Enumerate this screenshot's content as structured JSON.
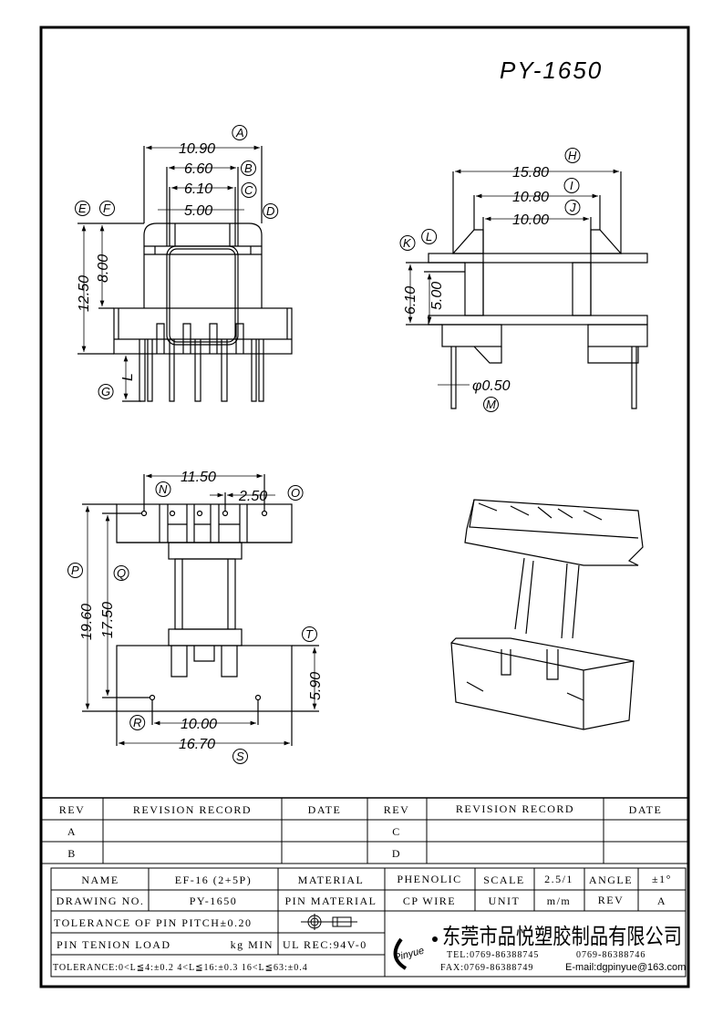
{
  "drawing_title": "PY-1650",
  "front_view": {
    "dims": [
      "10.90",
      "6.60",
      "6.10",
      "5.00",
      "12.50",
      "8.00",
      "L"
    ],
    "labels": [
      "A",
      "B",
      "C",
      "D",
      "E",
      "F",
      "G"
    ]
  },
  "side_view": {
    "dims": [
      "15.80",
      "10.80",
      "10.00",
      "6.10",
      "5.00",
      "φ0.50"
    ],
    "labels": [
      "H",
      "I",
      "J",
      "K",
      "L",
      "M"
    ]
  },
  "top_view": {
    "dims": [
      "11.50",
      "2.50",
      "19.60",
      "17.50",
      "5.90",
      "10.00",
      "16.70"
    ],
    "labels": [
      "N",
      "O",
      "P",
      "Q",
      "R",
      "S",
      "T"
    ]
  },
  "revision_table": {
    "headers": [
      "REV",
      "REVISION RECORD",
      "DATE",
      "REV",
      "REVISION RECORD",
      "DATE"
    ],
    "rows": [
      [
        "A",
        "",
        "",
        "C",
        "",
        ""
      ],
      [
        "B",
        "",
        "",
        "D",
        "",
        ""
      ]
    ]
  },
  "info_table": {
    "name_label": "NAME",
    "name_value": "EF-16 (2+5P)",
    "material_label": "MATERIAL",
    "material_value": "PHENOLIC",
    "scale_label": "SCALE",
    "scale_value": "2.5/1",
    "angle_label": "ANGLE",
    "angle_value": "±1°",
    "drawing_no_label": "DRAWING NO.",
    "drawing_no_value": "PY-1650",
    "pin_material_label": "PIN MATERIAL",
    "pin_material_value": "CP WIRE",
    "unit_label": "UNIT",
    "unit_value": "m/m",
    "rev_label": "REV",
    "rev_value": "A",
    "pin_pitch_tolerance": "TOLERANCE OF PIN PITCH±0.20",
    "pin_tension_label": "PIN TENION LOAD",
    "pin_tension_unit": "kg MIN",
    "ul_rec": "UL REC:94V-0",
    "tolerance": "TOLERANCE:0<L≦4:±0.2  4<L≦16:±0.3  16<L≦63:±0.4"
  },
  "company": {
    "logo_text": "Pinyue",
    "name": "东莞市品悦塑胶制品有限公司",
    "tel": "TEL:0769-86388745",
    "tel2": "0769-86388746",
    "fax": "FAX:0769-86388749",
    "email": "E-mail:dgpinyue@163.com"
  }
}
